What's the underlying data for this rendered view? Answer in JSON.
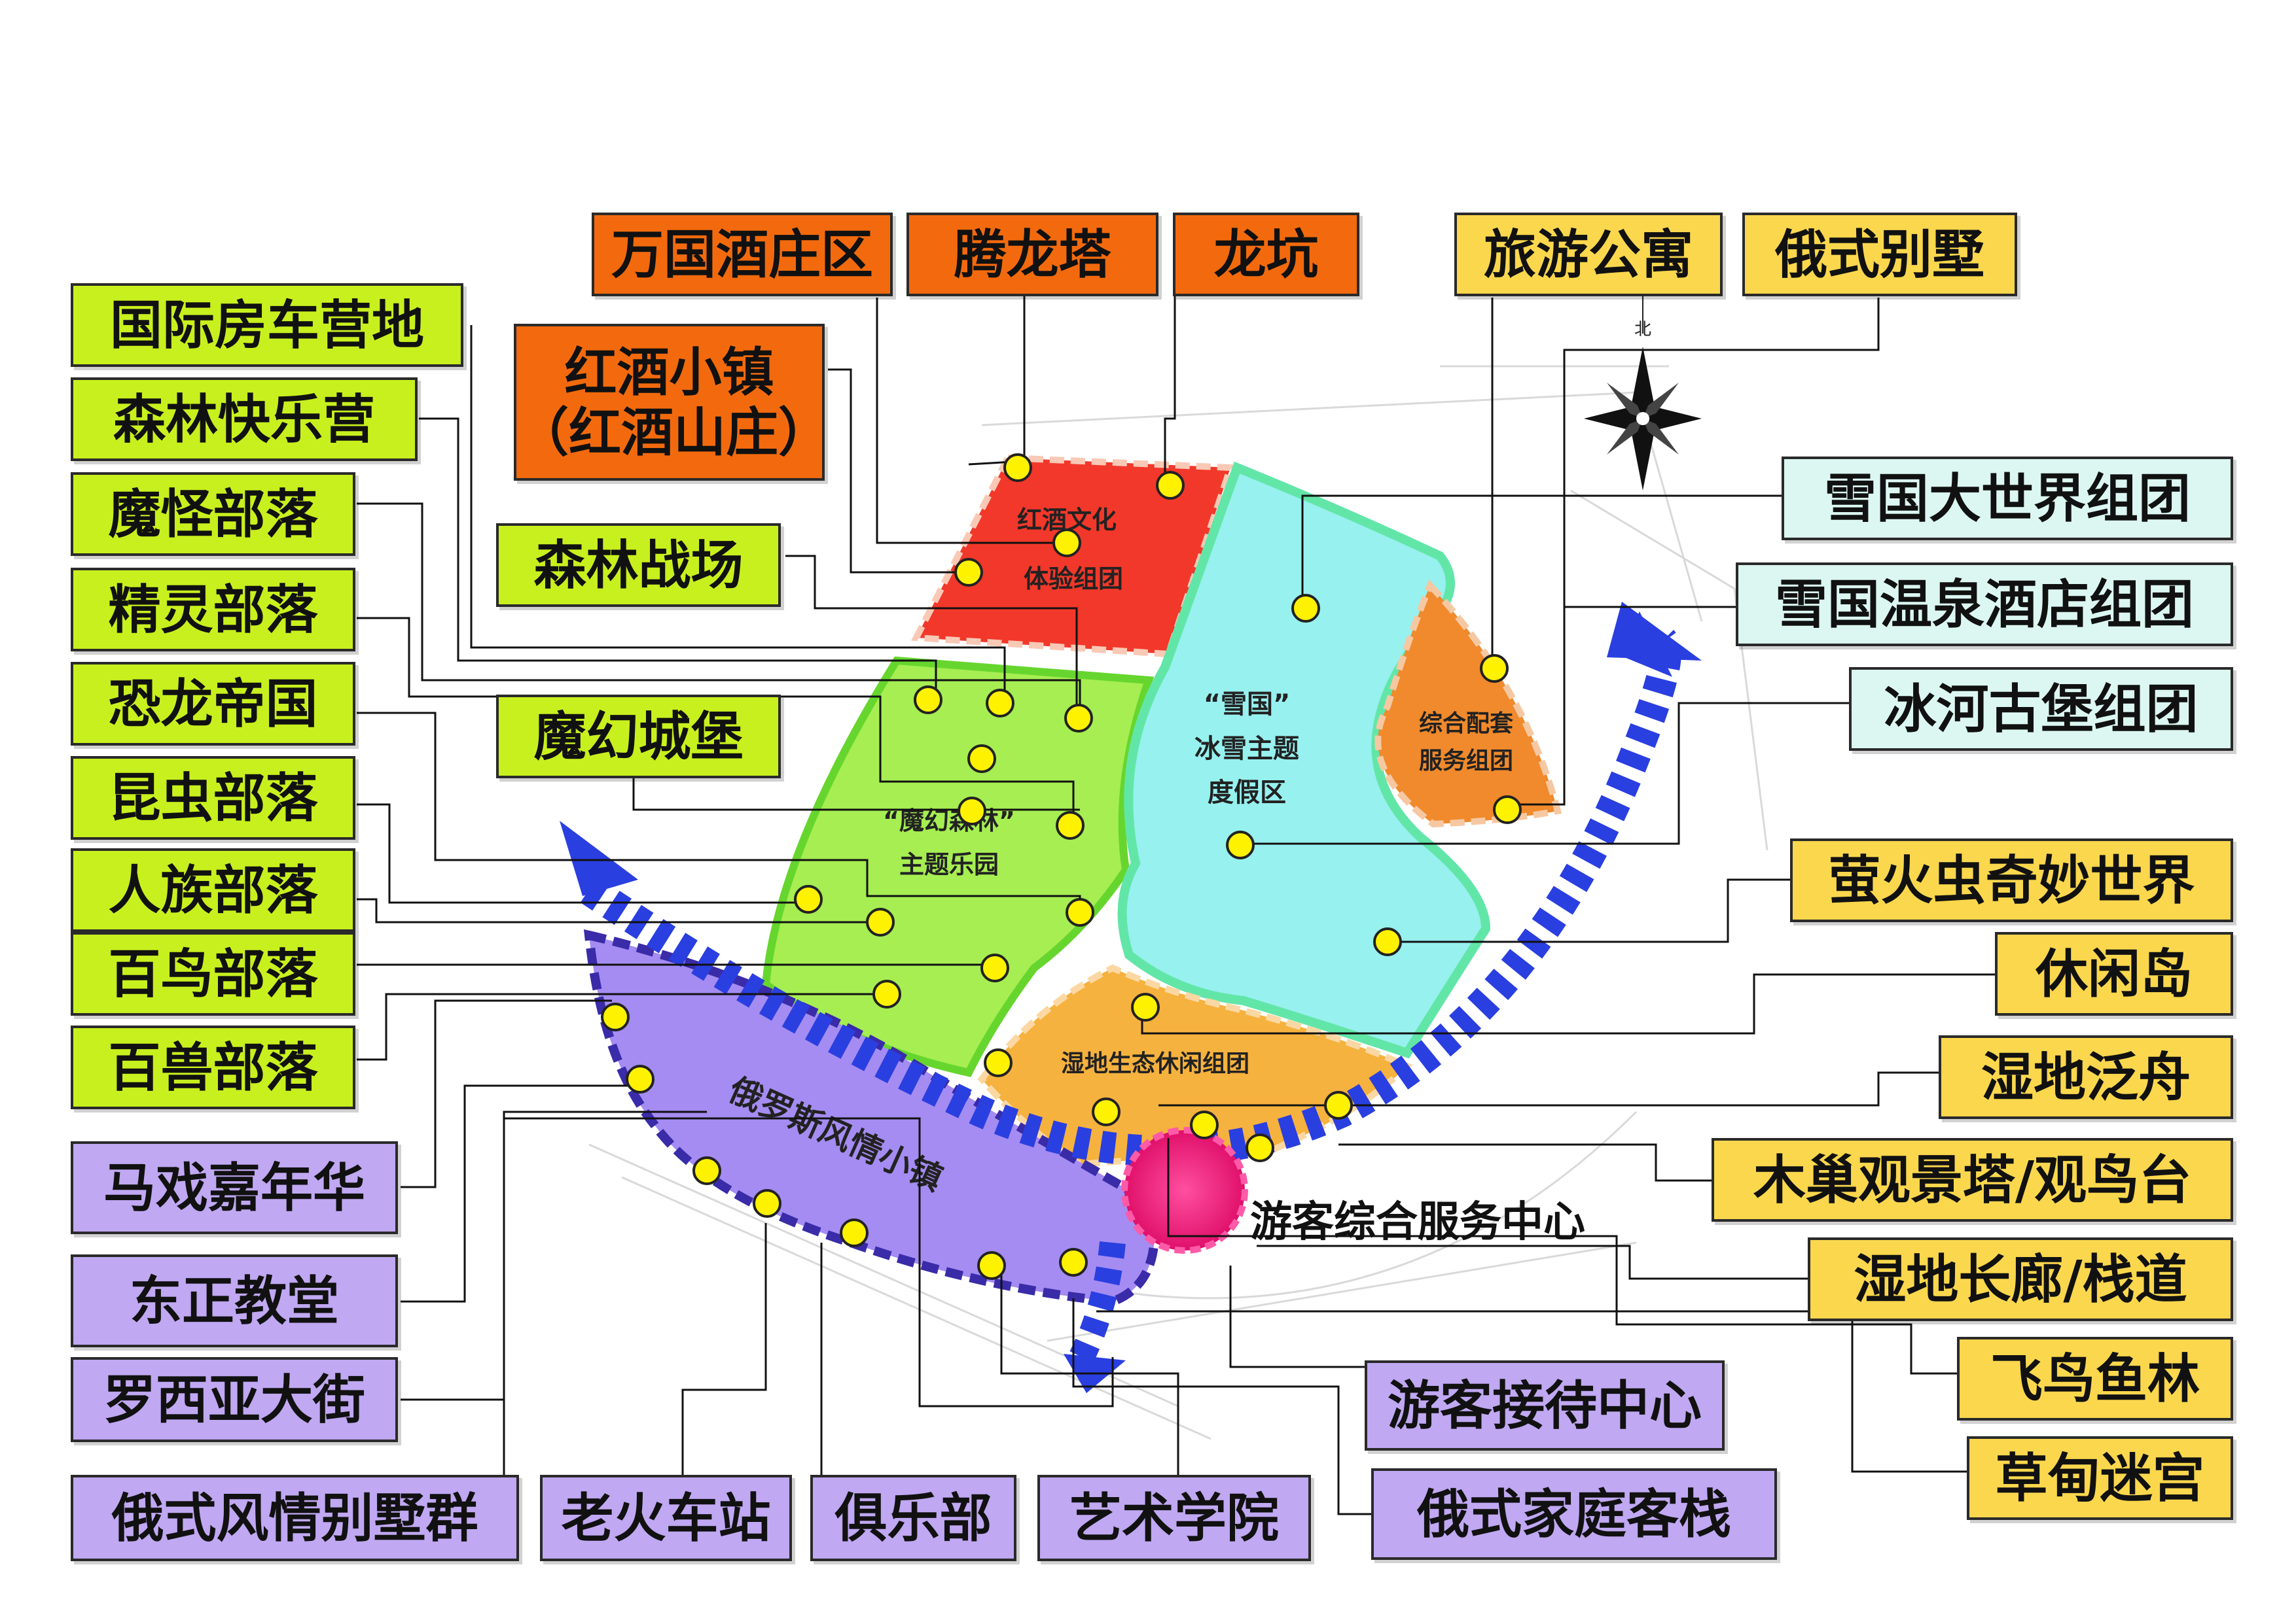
{
  "map": {
    "compass": {
      "north_label": "北"
    },
    "zones": {
      "wine": {
        "line1": "红酒文化",
        "line2": "体验组团"
      },
      "forest": {
        "line1": "“魔幻森林”",
        "line2": "主题乐园"
      },
      "snow": {
        "line1": "“雪国”",
        "line2": "冰雪主题",
        "line3": "度假区"
      },
      "service_cluster": {
        "line1": "综合配套",
        "line2": "服务组团"
      },
      "wetland": {
        "line1": "湿地生态休闲组团"
      },
      "town": {
        "line1": "俄罗斯风情小镇"
      }
    },
    "service_center": {
      "label": "游客综合服务中心"
    }
  },
  "labels": {
    "left": [
      "国际房车营地",
      "森林快乐营",
      "魔怪部落",
      "精灵部落",
      "恐龙帝国",
      "昆虫部落",
      "人族部落",
      "百鸟部落",
      "百兽部落",
      "马戏嘉年华",
      "东正教堂",
      "罗西亚大街",
      "俄式风情别墅群"
    ],
    "top": [
      "万国酒庄区",
      "腾龙塔",
      "龙坑",
      "旅游公寓",
      "俄式别墅"
    ],
    "inner": {
      "wine_town": "红酒小镇\n（红酒山庄）",
      "forest_battlefield": "森林战场",
      "magic_castle": "魔幻城堡"
    },
    "right": [
      "雪国大世界组团",
      "雪国温泉酒店组团",
      "冰河古堡组团",
      "萤火虫奇妙世界",
      "休闲岛",
      "湿地泛舟",
      "木巢观景塔/观鸟台",
      "湿地长廊/栈道",
      "飞鸟鱼林",
      "草甸迷宫"
    ],
    "bottom": [
      "老火车站",
      "俱乐部",
      "艺术学院",
      "游客接待中心",
      "俄式家庭客栈"
    ]
  },
  "colors": {
    "wine_zone": "#f2382a",
    "forest_zone": "#a6ee52",
    "snow_zone": "#97f1ef",
    "service_zone": "#f08a2c",
    "wetland_zone": "#f6b23e",
    "town_zone": "#a58cf2",
    "service_center": "#f0136c",
    "arrow": "#2a3fe0",
    "marker": "#fff200"
  }
}
